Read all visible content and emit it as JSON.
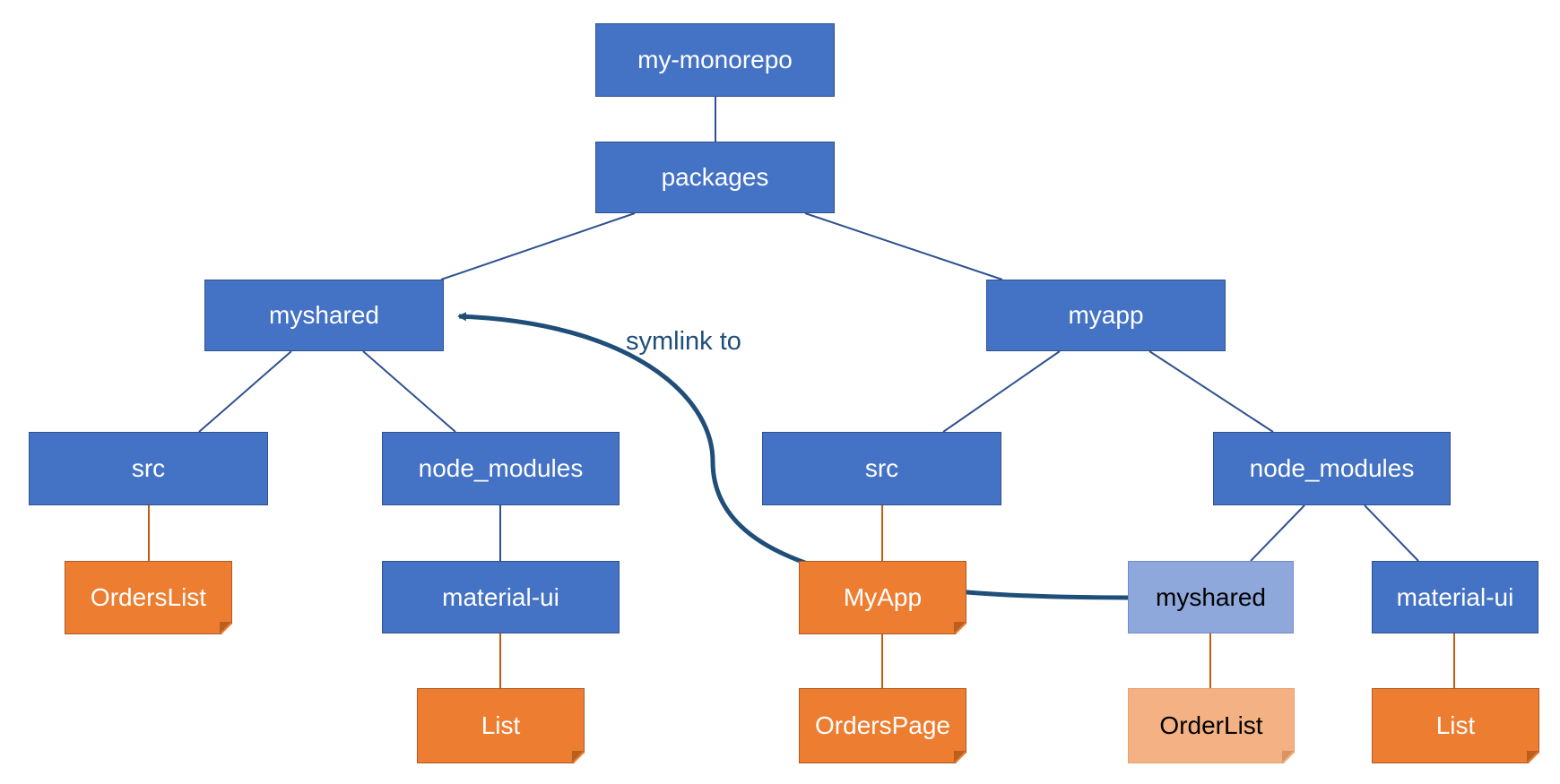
{
  "diagram": {
    "nodes": {
      "root": "my-monorepo",
      "packages": "packages",
      "myshared": "myshared",
      "myapp": "myapp",
      "myshared_src": "src",
      "myshared_node_modules": "node_modules",
      "myshared_orderslist": "OrdersList",
      "myshared_material_ui": "material-ui",
      "myshared_list": "List",
      "myapp_src": "src",
      "myapp_node_modules": "node_modules",
      "myapp_myapp_file": "MyApp",
      "myapp_orderspage": "OrdersPage",
      "myapp_myshared_link": "myshared",
      "myapp_orderlist": "OrderList",
      "myapp_material_ui": "material-ui",
      "myapp_list": "List"
    },
    "symlink_label": "symlink to",
    "colors": {
      "folder": "#4472c4",
      "folder_linked": "#8fa8dc",
      "file": "#ed7d31",
      "file_linked": "#f4b183",
      "folder_edge": "#2f528f",
      "file_edge": "#c55a11",
      "symlink_arrow": "#1f4e79"
    }
  }
}
